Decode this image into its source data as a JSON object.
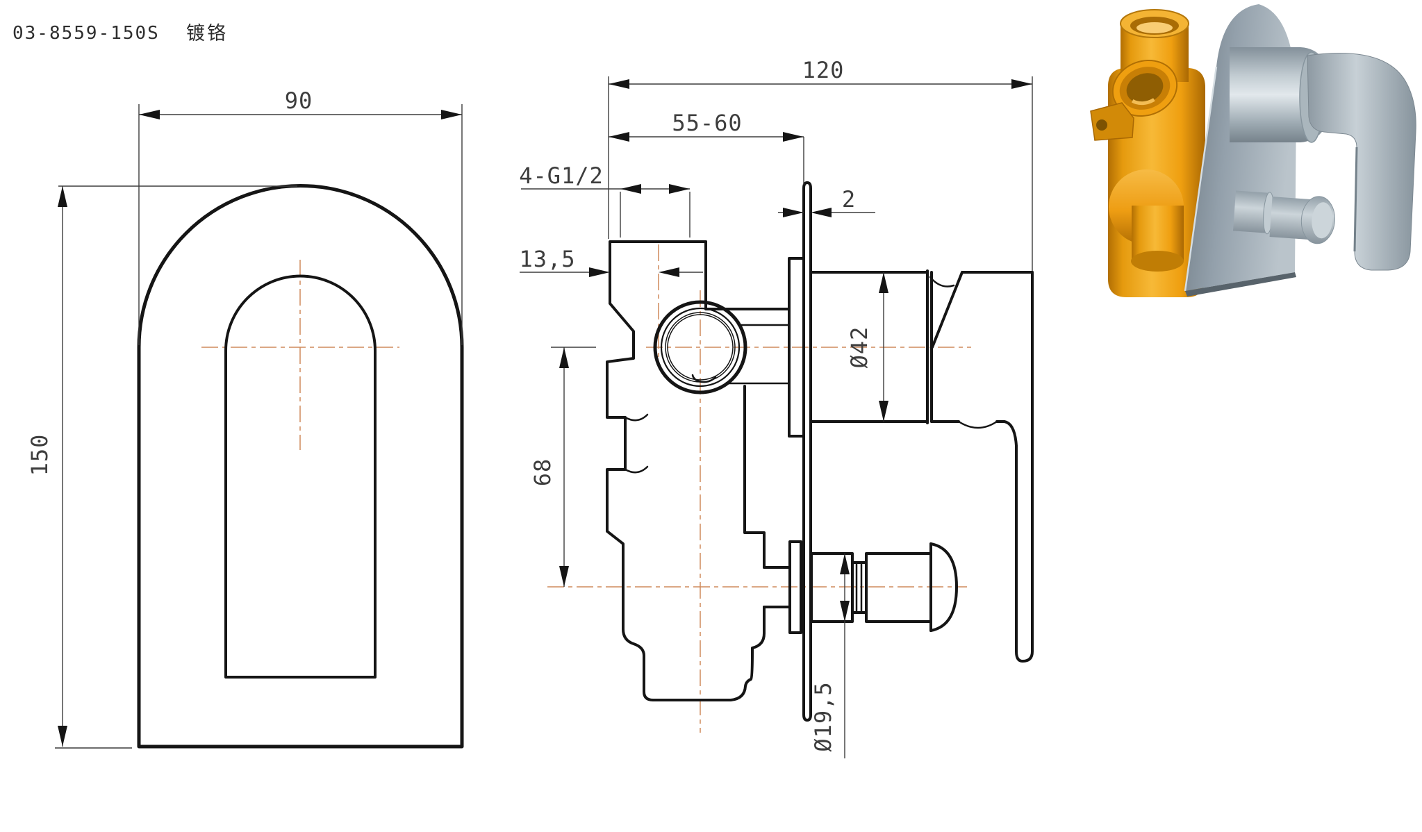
{
  "header": {
    "part_number": "03-8559-150S",
    "finish": "镀铬"
  },
  "front_view": {
    "dim_width": "90",
    "dim_height": "150"
  },
  "section_view": {
    "dim_total_depth": "120",
    "dim_wall_depth_range": "55-60",
    "dim_inlet_thread": "4-G1/2",
    "dim_inlet_offset": "13,5",
    "dim_plate_thickness": "2",
    "dim_sleeve_diameter": "Ø42",
    "dim_axis_distance": "68",
    "dim_diverter_diameter": "Ø19,5"
  },
  "render_3d": {
    "valve_body_color": "#EE9D13",
    "trim_color": "#9AA6AE"
  },
  "drawing": {
    "background": "#ffffff",
    "line_color": "#151515",
    "dim_text_color": "#3d3d3d",
    "centerline_color": "#cf8a5b"
  }
}
